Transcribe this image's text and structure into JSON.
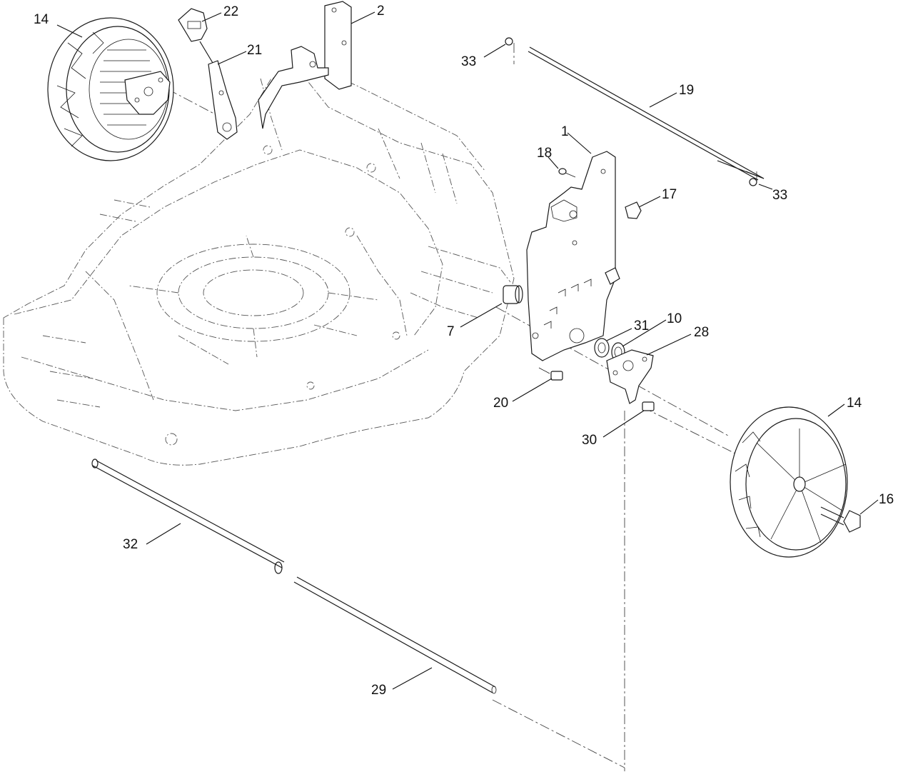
{
  "diagram": {
    "callouts": [
      {
        "id": "c14a",
        "label": "14"
      },
      {
        "id": "c22",
        "label": "22"
      },
      {
        "id": "c2",
        "label": "2"
      },
      {
        "id": "c21",
        "label": "21"
      },
      {
        "id": "c33a",
        "label": "33"
      },
      {
        "id": "c19",
        "label": "19"
      },
      {
        "id": "c1",
        "label": "1"
      },
      {
        "id": "c18",
        "label": "18"
      },
      {
        "id": "c17",
        "label": "17"
      },
      {
        "id": "c33b",
        "label": "33"
      },
      {
        "id": "c7",
        "label": "7"
      },
      {
        "id": "c31",
        "label": "31"
      },
      {
        "id": "c10",
        "label": "10"
      },
      {
        "id": "c28",
        "label": "28"
      },
      {
        "id": "c20",
        "label": "20"
      },
      {
        "id": "c30",
        "label": "30"
      },
      {
        "id": "c14b",
        "label": "14"
      },
      {
        "id": "c16",
        "label": "16"
      },
      {
        "id": "c32",
        "label": "32"
      },
      {
        "id": "c29",
        "label": "29"
      }
    ]
  }
}
